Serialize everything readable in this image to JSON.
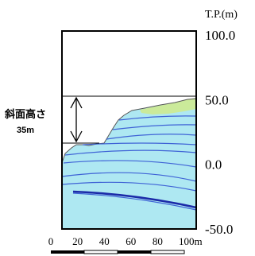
{
  "elevation_axis": {
    "unit_label": "T.P.(m)",
    "ticks": [
      {
        "label": "100.0",
        "value": 100
      },
      {
        "label": "50.0",
        "value": 50
      },
      {
        "label": "0.0",
        "value": 0
      },
      {
        "label": "-50.0",
        "value": -50
      }
    ]
  },
  "distance_axis": {
    "ticks": [
      {
        "label": "0",
        "value": 0
      },
      {
        "label": "20",
        "value": 20
      },
      {
        "label": "40",
        "value": 40
      },
      {
        "label": "60",
        "value": 60
      },
      {
        "label": "80",
        "value": 80
      },
      {
        "label": "100m",
        "value": 100
      }
    ]
  },
  "slope_height": {
    "label": "斜面高さ",
    "value_label": "35m"
  },
  "colors": {
    "ground": "#aee8f2",
    "surface_layer": "#cbea9a",
    "strata_line": "#3f63d6",
    "strata_line_deep": "#1b2aa8",
    "frame": "#000000"
  }
}
